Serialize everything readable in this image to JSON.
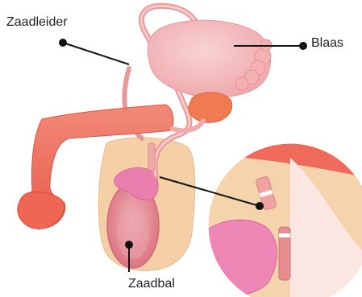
{
  "labels": {
    "zaadleider": "Zaadleider",
    "blaas": "Blaas",
    "zaadbal": "Zaadbal"
  },
  "colors": {
    "bladder": "#f2b6b8",
    "vas_deferens": "#f3a9a8",
    "penis": "#ee6a5a",
    "scrotum": "#f5cfa6",
    "testis": "#e38a93",
    "epididymis": "#e87fae",
    "prostate": "#f07a52",
    "leader_line": "#111111"
  }
}
